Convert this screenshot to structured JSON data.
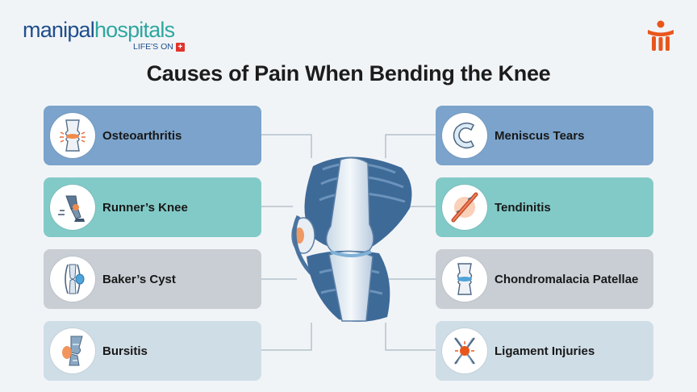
{
  "brand": {
    "name_part1": "manipal",
    "name_part2": "hospitals",
    "tagline": "LIFE'S ON",
    "tagline_cross": "+",
    "colors": {
      "primary": "#1f4e8c",
      "secondary": "#2fa6a0",
      "accent": "#e2332b",
      "icon": "#e8561c"
    }
  },
  "title": "Causes of Pain When Bending the Knee",
  "causes_left": [
    {
      "label": "Osteoarthritis",
      "icon": "knee-joint-icon",
      "color": "#7ba3cb"
    },
    {
      "label": "Runner’s Knee",
      "icon": "runner-icon",
      "color": "#82cac7"
    },
    {
      "label": "Baker’s Cyst",
      "icon": "knee-cyst-icon",
      "color": "#c9ced5"
    },
    {
      "label": "Bursitis",
      "icon": "inflamed-knee-icon",
      "color": "#cfdde6"
    }
  ],
  "causes_right": [
    {
      "label": "Meniscus Tears",
      "icon": "meniscus-icon",
      "color": "#7ba3cb"
    },
    {
      "label": "Tendinitis",
      "icon": "tendon-icon",
      "color": "#82cac7"
    },
    {
      "label": "Chondromalacia Patellae",
      "icon": "kneecap-icon",
      "color": "#c9ced5"
    },
    {
      "label": "Ligament Injuries",
      "icon": "ligament-icon",
      "color": "#cfdde6"
    }
  ],
  "center_image": "knee-anatomy-illustration"
}
